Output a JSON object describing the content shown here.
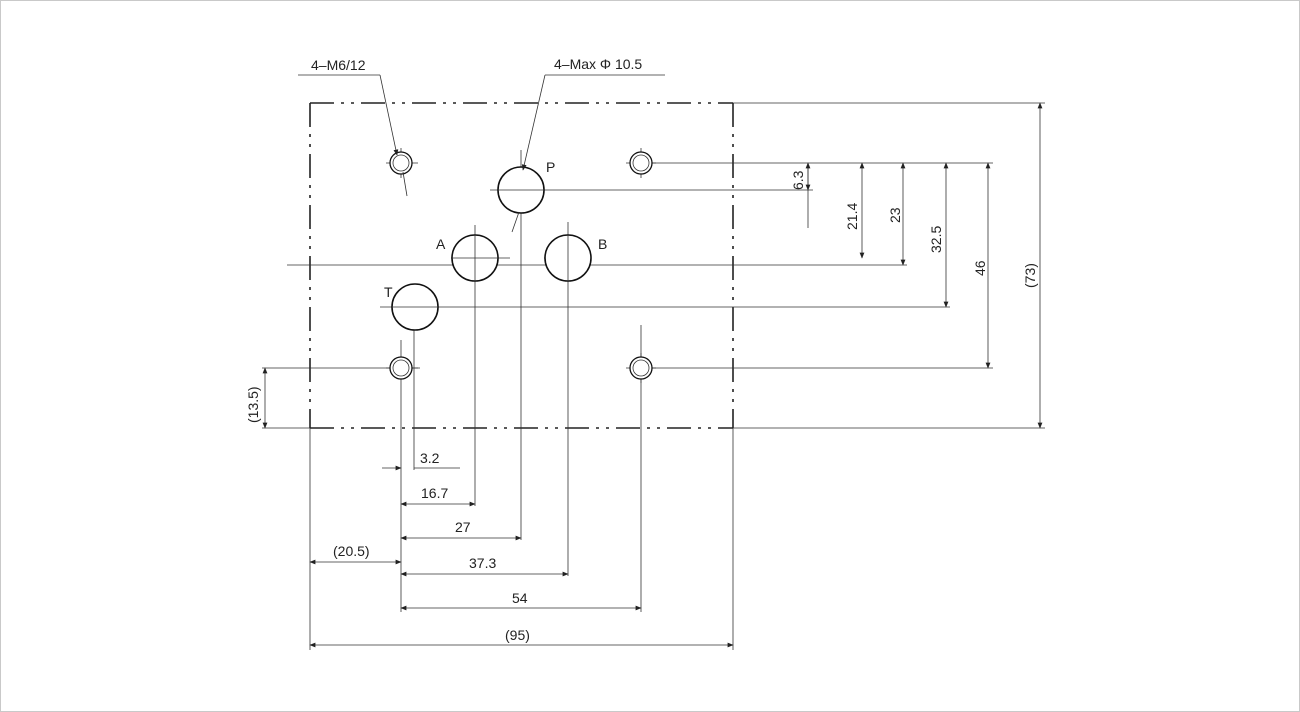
{
  "callouts": {
    "thread_holes": "4–M6/12",
    "port_holes": "4–Max Φ 10.5"
  },
  "ports": {
    "P": "P",
    "A": "A",
    "B": "B",
    "T": "T"
  },
  "dimensions_horizontal": {
    "d3_2": "3.2",
    "d16_7": "16.7",
    "d27": "27",
    "d20_5": "(20.5)",
    "d37_3": "37.3",
    "d54": "54",
    "d95": "(95)"
  },
  "dimensions_vertical": {
    "d6_3": "6.3",
    "d21_4": "21.4",
    "d23": "23",
    "d32_5": "32.5",
    "d46": "46",
    "d73": "(73)",
    "d13_5": "(13.5)"
  }
}
